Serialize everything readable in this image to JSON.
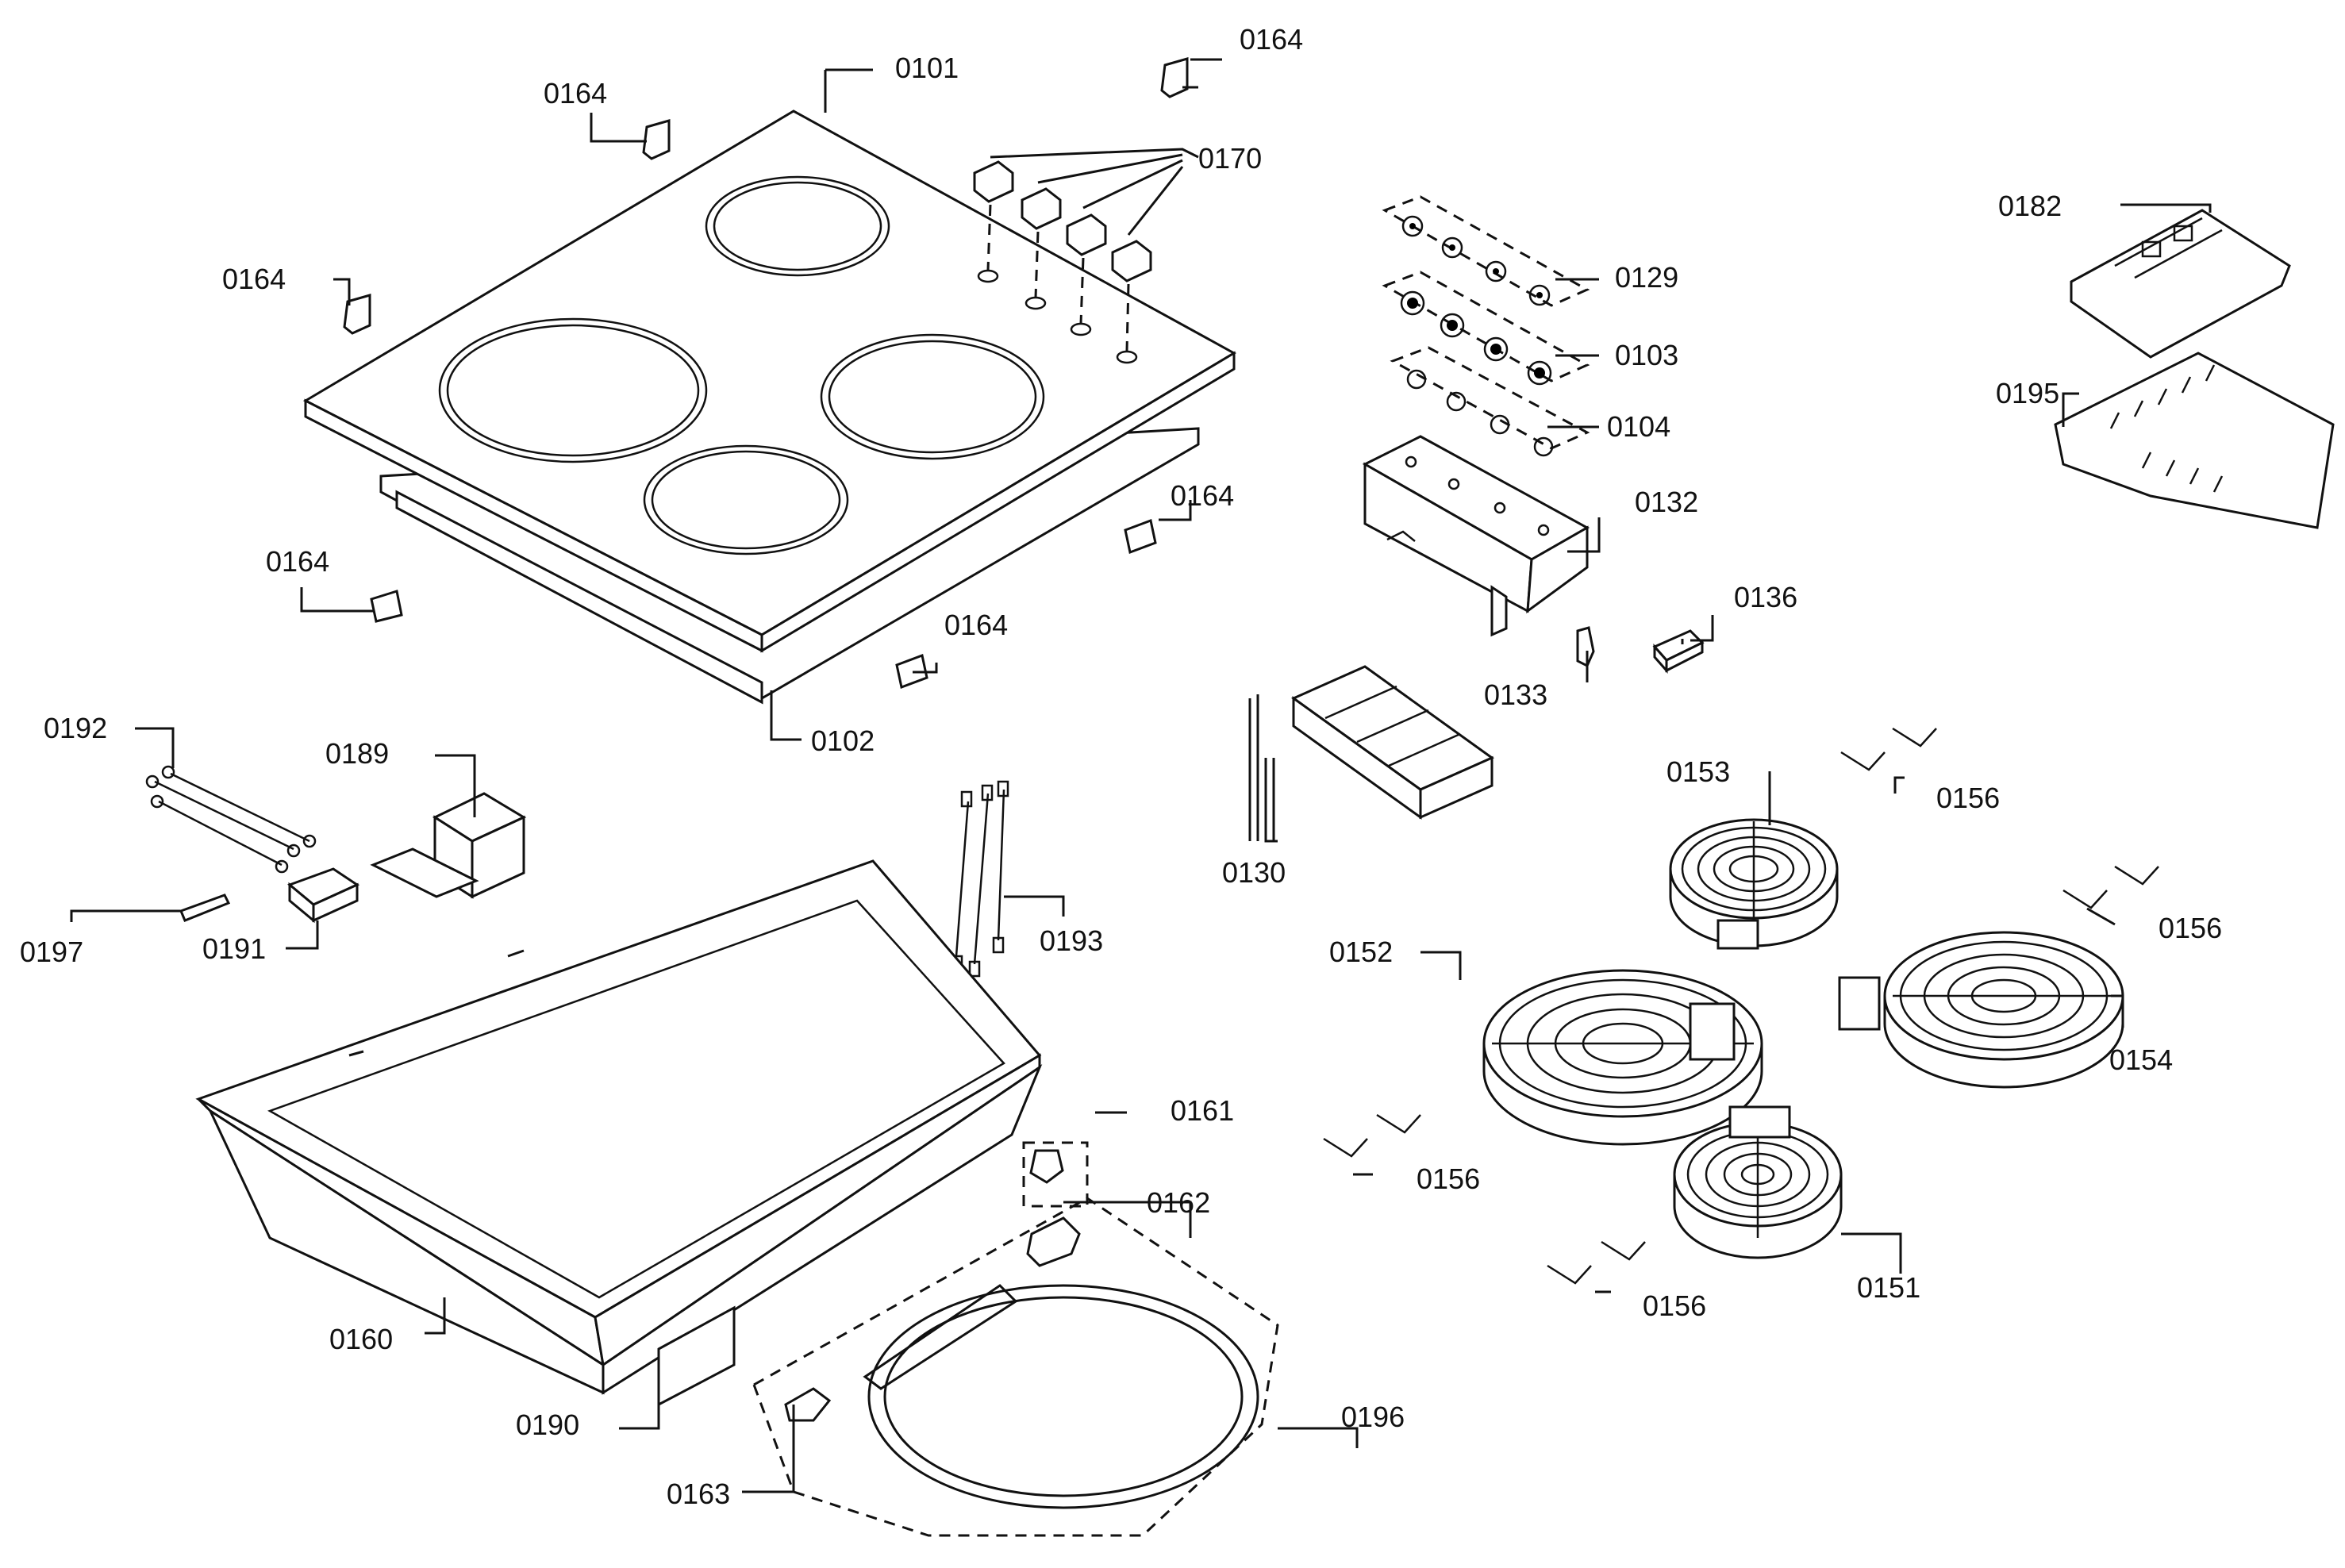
{
  "labels": {
    "l0101": "0101",
    "l0164a": "0164",
    "l0164b": "0164",
    "l0164c": "0164",
    "l0164d": "0164",
    "l0164e": "0164",
    "l0164f": "0164",
    "l0170": "0170",
    "l0129": "0129",
    "l0103": "0103",
    "l0104": "0104",
    "l0132": "0132",
    "l0136": "0136",
    "l0133": "0133",
    "l0182": "0182",
    "l0195": "0195",
    "l0102": "0102",
    "l0192": "0192",
    "l0189": "0189",
    "l0197": "0197",
    "l0191": "0191",
    "l0193": "0193",
    "l0130": "0130",
    "l0153": "0153",
    "l0156a": "0156",
    "l0156b": "0156",
    "l0156c": "0156",
    "l0156d": "0156",
    "l0152": "0152",
    "l0154": "0154",
    "l0151": "0151",
    "l0161": "0161",
    "l0162": "0162",
    "l0160": "0160",
    "l0190": "0190",
    "l0196": "0196",
    "l0163": "0163"
  },
  "colors": {
    "line": "#111111",
    "background": "#ffffff"
  }
}
